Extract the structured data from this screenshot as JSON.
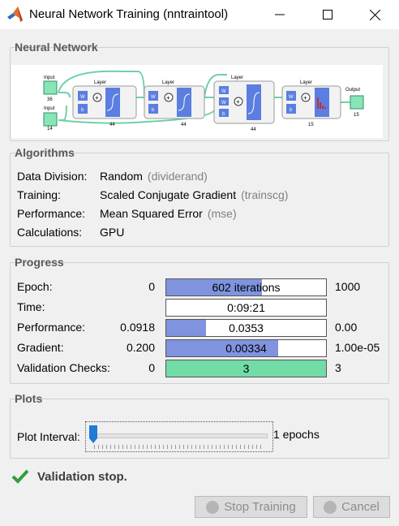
{
  "window": {
    "title": "Neural Network Training (nntraintool)"
  },
  "neural_network": {
    "heading": "Neural Network",
    "inputs": [
      {
        "label": "Input",
        "size": "36"
      },
      {
        "label": "Input",
        "size": "14"
      }
    ],
    "layers": [
      {
        "label": "Layer",
        "size": "44"
      },
      {
        "label": "Layer",
        "size": "44"
      },
      {
        "label": "Layer",
        "size": "44"
      },
      {
        "label": "Layer",
        "size": "15"
      }
    ],
    "output": {
      "label": "Output",
      "size": "15"
    }
  },
  "algorithms": {
    "heading": "Algorithms",
    "rows": [
      {
        "label": "Data Division:",
        "value": "Random",
        "sub": "(dividerand)"
      },
      {
        "label": "Training:",
        "value": "Scaled Conjugate Gradient",
        "sub": "(trainscg)"
      },
      {
        "label": "Performance:",
        "value": "Mean Squared Error",
        "sub": "(mse)"
      },
      {
        "label": "Calculations:",
        "value": "GPU",
        "sub": ""
      }
    ]
  },
  "progress": {
    "heading": "Progress",
    "rows": [
      {
        "label": "Epoch:",
        "min": "0",
        "text": "602 iterations",
        "max": "1000",
        "fill": 0.6,
        "color": "#7f93df"
      },
      {
        "label": "Time:",
        "min": "",
        "text": "0:09:21",
        "max": "",
        "fill": 0,
        "color": "#7f93df"
      },
      {
        "label": "Performance:",
        "min": "0.0918",
        "text": "0.0353",
        "max": "0.00",
        "fill": 0.25,
        "color": "#7f93df"
      },
      {
        "label": "Gradient:",
        "min": "0.200",
        "text": "0.00334",
        "max": "1.00e-05",
        "fill": 0.7,
        "color": "#7f93df"
      },
      {
        "label": "Validation Checks:",
        "min": "0",
        "text": "3",
        "max": "3",
        "fill": 1.0,
        "color": "#72dca6"
      }
    ]
  },
  "plots": {
    "heading": "Plots",
    "interval_label": "Plot Interval:",
    "interval_value": "1 epochs"
  },
  "status": {
    "text": "Validation stop."
  },
  "buttons": {
    "stop": "Stop Training",
    "cancel": "Cancel"
  }
}
